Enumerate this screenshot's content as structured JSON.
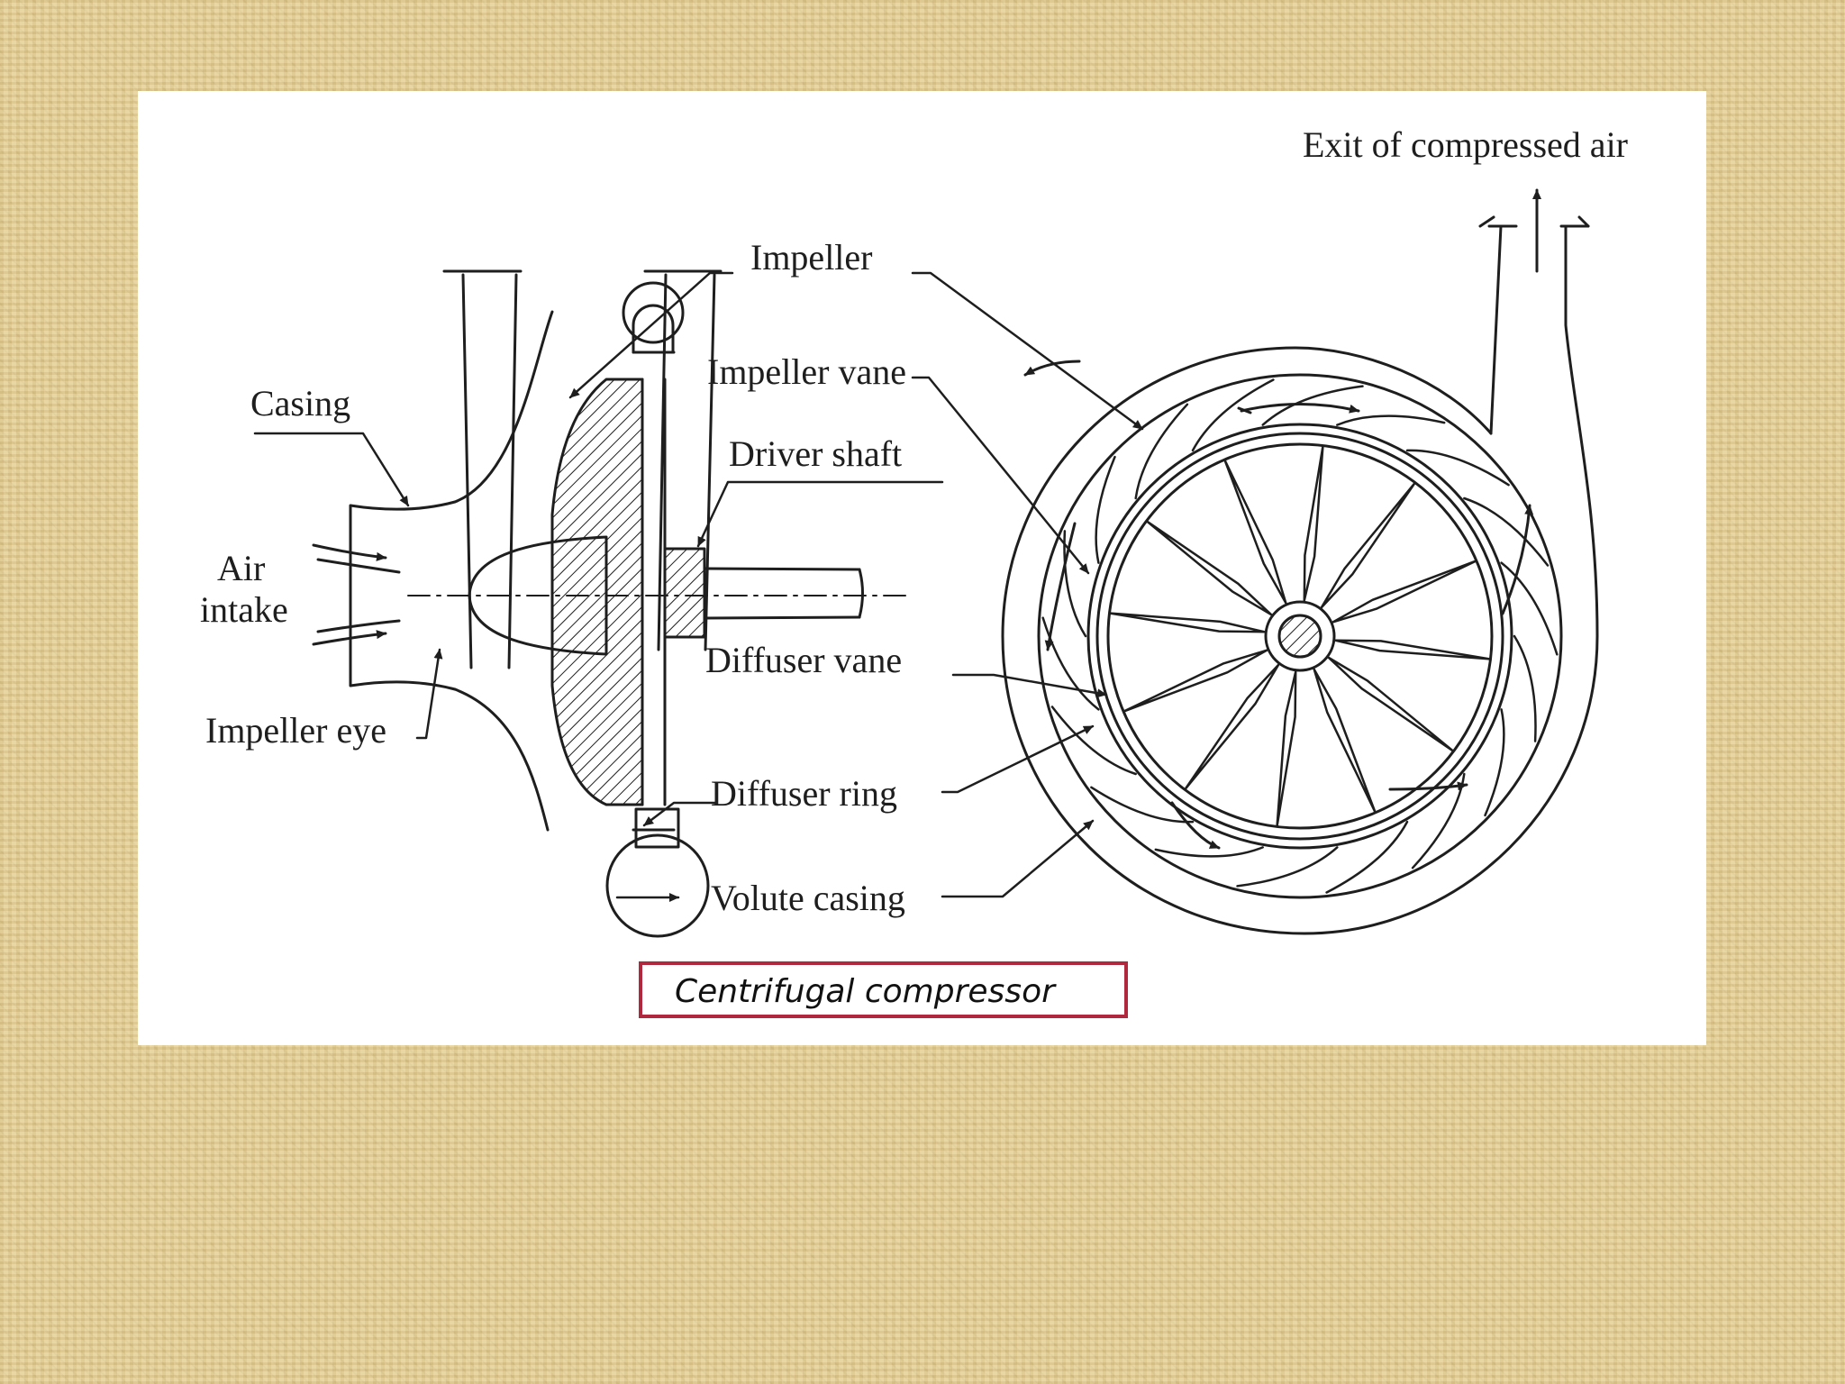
{
  "labels": {
    "exit": "Exit of compressed air",
    "impeller": "Impeller",
    "impeller_vane": "Impeller vane",
    "casing": "Casing",
    "driver_shaft": "Driver shaft",
    "air_line1": "Air",
    "air_line2": "intake",
    "diffuser_vane": "Diffuser vane",
    "impeller_eye": "Impeller eye",
    "diffuser_ring": "Diffuser ring",
    "volute_casing": "Volute casing"
  },
  "caption": "Centrifugal compressor",
  "colors": {
    "background": "#e3cf98",
    "panel": "#ffffff",
    "caption_border": "#b0283d",
    "ink": "#1e1e1e"
  }
}
